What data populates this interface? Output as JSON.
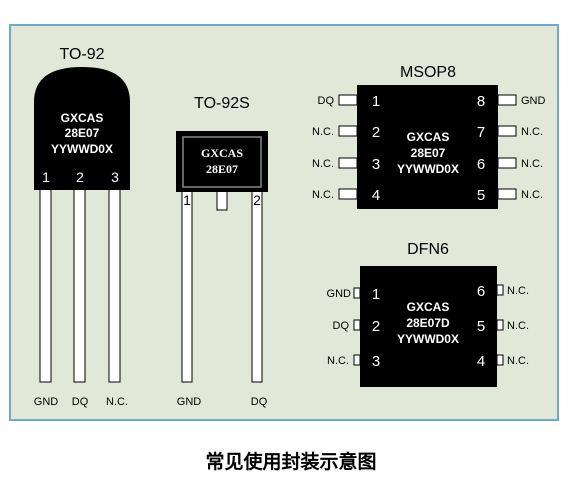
{
  "caption": "常见使用封装示意图",
  "packages": {
    "to92": {
      "title": "TO-92",
      "marking": [
        "GXCAS",
        "28E07",
        "YYWWD0X"
      ],
      "pin_numbers": [
        "1",
        "2",
        "3"
      ],
      "pin_labels": [
        "GND",
        "DQ",
        "N.C."
      ]
    },
    "to92s": {
      "title": "TO-92S",
      "marking": [
        "GXCAS",
        "28E07"
      ],
      "pin_numbers": [
        "1",
        "2"
      ],
      "pin_labels": [
        "GND",
        "DQ"
      ]
    },
    "msop8": {
      "title": "MSOP8",
      "marking": [
        "GXCAS",
        "28E07",
        "YYWWD0X"
      ],
      "left_pins": [
        {
          "num": "1",
          "label": "DQ"
        },
        {
          "num": "2",
          "label": "N.C."
        },
        {
          "num": "3",
          "label": "N.C."
        },
        {
          "num": "4",
          "label": "N.C."
        }
      ],
      "right_pins": [
        {
          "num": "8",
          "label": "GND"
        },
        {
          "num": "7",
          "label": "N.C."
        },
        {
          "num": "6",
          "label": "N.C."
        },
        {
          "num": "5",
          "label": "N.C."
        }
      ]
    },
    "dfn6": {
      "title": "DFN6",
      "marking": [
        "GXCAS",
        "28E07D",
        "YYWWD0X"
      ],
      "left_pins": [
        {
          "num": "1",
          "label": "GND"
        },
        {
          "num": "2",
          "label": "DQ"
        },
        {
          "num": "3",
          "label": "N.C."
        }
      ],
      "right_pins": [
        {
          "num": "6",
          "label": "N.C."
        },
        {
          "num": "5",
          "label": "N.C."
        },
        {
          "num": "4",
          "label": "N.C."
        }
      ]
    }
  },
  "colors": {
    "panel_bg": "#e2e8d8",
    "panel_border": "#6fa8c8",
    "chip": "#000000",
    "chip_text": "#ffffff",
    "pin_fill": "#ffffff"
  }
}
